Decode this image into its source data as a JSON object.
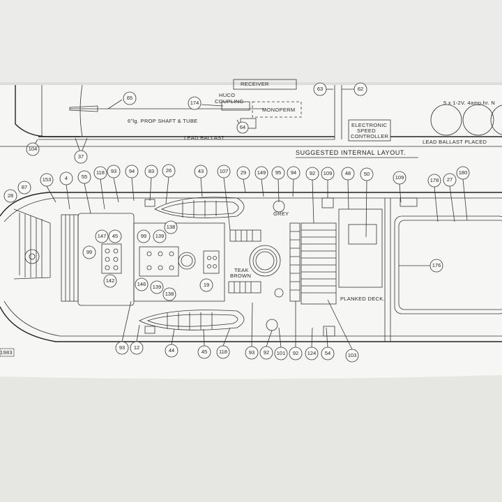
{
  "profile": {
    "labels": {
      "receiver": "RECEIVER",
      "huco": "HUCO",
      "coupling": "COUPLING",
      "prop_shaft": "6\"lg. PROP SHAFT & TUBE",
      "monoperm": "MONOPERM",
      "lead_ballast": "LEAD BALLAST",
      "controller_1": "ELECTRONIC",
      "controller_2": "SPEED",
      "controller_3": "CONTROLLER",
      "battery": "5 x 1-2V. 4amp.hr. N",
      "lead_ballast_placed": "LEAD BALLAST PLACED"
    },
    "callouts": [
      "65",
      "174",
      "64",
      "63",
      "62",
      "104",
      "37"
    ]
  },
  "section_title": "SUGGESTED INTERNAL LAYOUT.",
  "plan": {
    "labels": {
      "grey": "GREY",
      "teak": "TEAK",
      "brown": "BROWN",
      "planked_deck": "PLANKED DECK."
    },
    "top_callouts": [
      "153",
      "4",
      "55",
      "118",
      "93",
      "94",
      "83",
      "26",
      "43",
      "107",
      "29",
      "149",
      "95",
      "94",
      "92",
      "109",
      "48",
      "50",
      "109",
      "178",
      "27",
      "180"
    ],
    "left_callouts": [
      "28",
      "87"
    ],
    "inner_callouts": [
      "147",
      "45",
      "99",
      "142",
      "99",
      "139",
      "138",
      "146",
      "139",
      "138",
      "19",
      "176"
    ],
    "bottom_callouts": [
      "93",
      "12",
      "44",
      "45",
      "118",
      "93",
      "92",
      "101",
      "92",
      "124",
      "54",
      "103"
    ],
    "date_stamp": "1983"
  }
}
